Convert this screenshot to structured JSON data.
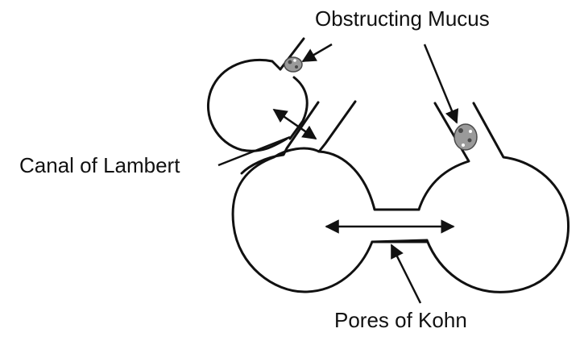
{
  "labels": {
    "obstructing_mucus": "Obstructing Mucus",
    "canal_of_lambert": "Canal of Lambert",
    "pores_of_kohn": "Pores of Kohn"
  },
  "colors": {
    "stroke": "#111111",
    "mucus_fill": "#9a9a9a",
    "mucus_dark": "#4a4a4a"
  }
}
